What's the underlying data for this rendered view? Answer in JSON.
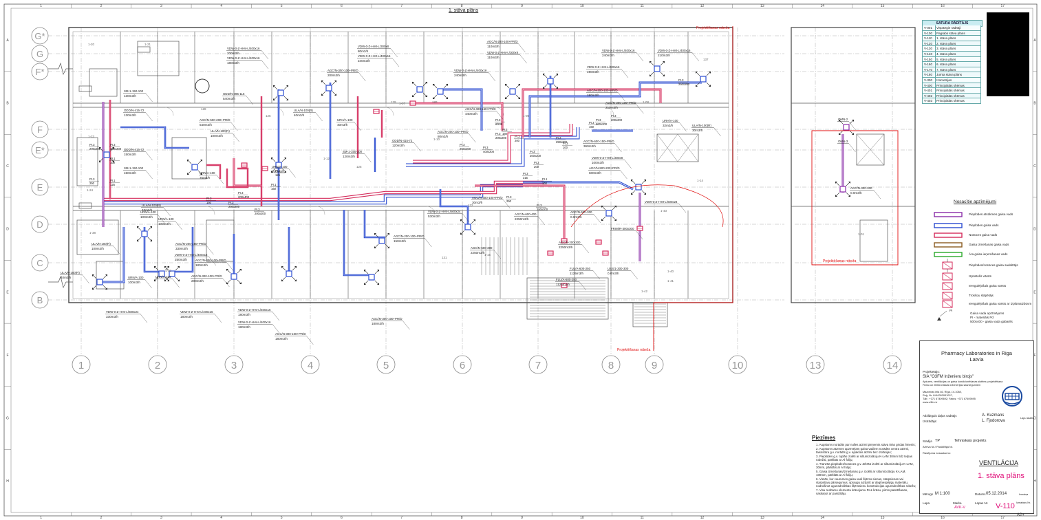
{
  "sheet_title_top": "1. stāva plāns",
  "col_numbers_top": [
    "1",
    "2",
    "3",
    "4",
    "5",
    "6",
    "7",
    "8",
    "9",
    "10",
    "11",
    "12",
    "13",
    "14",
    "15",
    "16",
    "17"
  ],
  "row_letters": [
    "A",
    "B",
    "C",
    "D",
    "E",
    "F",
    "G",
    "H"
  ],
  "grid_axes_numbers": [
    "1",
    "2",
    "3",
    "4",
    "5",
    "6",
    "7",
    "8",
    "9",
    "10",
    "13",
    "14"
  ],
  "grid_axes_letters": [
    "G*",
    "G",
    "F*",
    "F",
    "E*",
    "E",
    "D",
    "C",
    "B"
  ],
  "boundary_labels": [
    "Projektēšanas robeža",
    "Projektēšanas robeža",
    "Projektēšanas robeža"
  ],
  "room_labels": [
    "1-20",
    "1-21",
    "128",
    "126",
    "1-23",
    "1-24",
    "1-12",
    "125",
    "129",
    "130",
    "1-10",
    "132",
    "1-07",
    "1-06",
    "1-08",
    "131",
    "1-15",
    "137",
    "1-38",
    "1-30",
    "1-40",
    "1-41",
    "1-42",
    "1-43",
    "1-14",
    "1-01"
  ],
  "duct_labels": [
    {
      "t1": "VDW-0-Z-H-M-L/400x16",
      "t2": "200m3/h",
      "c": "#1a1a1a"
    },
    {
      "t1": "VDW-0-Z-H-M-L/400x16",
      "t2": "180m3/h",
      "c": "#1a1a1a"
    },
    {
      "t1": "ODD/N-495-115",
      "t2": "540m3/h",
      "c": "#1a1a1a"
    },
    {
      "t1": "SM-1-150-100",
      "t2": "130m3/h",
      "c": "#1a1a1a"
    },
    {
      "t1": "ODD/N-415-72",
      "t2": "130m3/h",
      "c": "#1a1a1a"
    },
    {
      "t1": "ULA/N-100(R)",
      "t2": "40m3/h",
      "c": "#1a1a1a"
    },
    {
      "t1": "AGC/N-500-200+PR/D",
      "t2": "540m3/h",
      "c": "#1a1a1a"
    },
    {
      "t1": "ULA/N-100(R)",
      "t2": "100m3/h",
      "c": "#1a1a1a"
    },
    {
      "t1": "URH/A-100",
      "t2": "40m3/h",
      "c": "#1a1a1a"
    },
    {
      "t1": "ODD/N-415-72",
      "t2": "150m3/h",
      "c": "#1a1a1a"
    },
    {
      "t1": "SM-1-150-100",
      "t2": "150m3/h",
      "c": "#1a1a1a"
    },
    {
      "t1": "URN/A-100",
      "t2": "100m3/h",
      "c": "#1a1a1a"
    },
    {
      "t1": "URN/A-100",
      "t2": "75m3/h",
      "c": "#1a1a1a"
    },
    {
      "t1": "SM-1-150-100",
      "t2": "120m3/h",
      "c": "#1a1a1a"
    },
    {
      "t1": "ODD/N-415-72",
      "t2": "120m3/h",
      "c": "#1a1a1a"
    },
    {
      "t1": "VDW-0-Z-H-M-L/300x8",
      "t2": "80m3/h",
      "c": "#1a1a1a"
    },
    {
      "t1": "VDW-0-Z-H-M-L/400x16",
      "t2": "240m3/h",
      "c": "#1a1a1a"
    },
    {
      "t1": "AGC/N-300-100+PR/D",
      "t2": "200m3/h",
      "c": "#1a1a1a"
    },
    {
      "t1": "AGC/N-200-100+PR/D",
      "t2": "110m3/h",
      "c": "#1a1a1a"
    },
    {
      "t1": "VDW-0-Z-H-M-L/300x8",
      "t2": "110m3/h",
      "c": "#1a1a1a"
    },
    {
      "t1": "VDW-0-Z-H-M-L/400x16",
      "t2": "240m3/h",
      "c": "#1a1a1a"
    },
    {
      "t1": "AGC/N-400-150+PR/D",
      "t2": "440m3/h",
      "c": "#1a1a1a"
    },
    {
      "t1": "AGC/N-200-100+PR/D",
      "t2": "80m3/h",
      "c": "#1a1a1a"
    },
    {
      "t1": "VDW-0-Z-H-M-L/400x16",
      "t2": "240m3/h",
      "c": "#1a1a1a"
    },
    {
      "t1": "VDW-0-Z-H-M-L/400x16",
      "t2": "190m3/h",
      "c": "#1a1a1a"
    },
    {
      "t1": "VDW-0-Z-H-M-L/400x16",
      "t2": "210m3/h",
      "c": "#1a1a1a"
    },
    {
      "t1": "AGC/N-200-100+PR/D",
      "t2": "150m3/h",
      "c": "#1a1a1a"
    },
    {
      "t1": "AGC/N-300-100+PR/D",
      "t2": "210m3/h",
      "c": "#1a1a1a"
    },
    {
      "t1": "URH/A-100",
      "t2": "32m3/h",
      "c": "#1a1a1a"
    },
    {
      "t1": "ULA/N-100(R)",
      "t2": "30m3/h",
      "c": "#1a1a1a"
    },
    {
      "t1": "AGC/N-600-150+PR/D",
      "t2": "360m3/h",
      "c": "#1a1a1a"
    },
    {
      "t1": "VDW-0-Z-H-M-L/300x8",
      "t2": "100m3/h",
      "c": "#1a1a1a"
    },
    {
      "t1": "AGC/N-500-200+PR/D",
      "t2": "600m3/h",
      "c": "#1a1a1a"
    },
    {
      "t1": "VDW-0-Z-H-M-L/600x24",
      "t2": "",
      "c": "#1a1a1a"
    },
    {
      "t1": "AGC/N-600-400",
      "t2": "2250m3/h",
      "c": "#1a1a1a"
    },
    {
      "t1": "AGC/N-500-300",
      "t2": "0.0m3/h",
      "c": "#1a1a1a"
    },
    {
      "t1": "FRIM/R-300x300",
      "t2": "",
      "c": "#1a1a1a"
    },
    {
      "t1": "VDW-0-Z-H-M-L/600x24",
      "t2": "530m3/h",
      "c": "#1a1a1a"
    },
    {
      "t1": "AGC/N-200-100+PR/D",
      "t2": "150m3/h",
      "c": "#1a1a1a"
    },
    {
      "t1": "AGC/N-500-300",
      "t2": "2250m3/h",
      "c": "#1a1a1a"
    },
    {
      "t1": "AGC/N-200-300",
      "t2": "2250m3/h",
      "c": "#1a1a1a"
    },
    {
      "t1": "FLU/A-600-250",
      "t2": "1125m3/h",
      "c": "#1a1a1a"
    },
    {
      "t1": "FLU/A-600-250",
      "t2": "1125m3/h",
      "c": "#1a1a1a"
    },
    {
      "t1": "USS/1-300-300",
      "t2": "0.0m3/h",
      "c": "#1a1a1a"
    },
    {
      "t1": "VDW-0-Z-H-M-L/600x24",
      "t2": "330m3/h",
      "c": "#1a1a1a"
    },
    {
      "t1": "VDW-0-Z-H-M-L/400x16",
      "t2": "180m3/h",
      "c": "#1a1a1a"
    },
    {
      "t1": "VDW-0-Z-H-M-L/400x16",
      "t2": "180m3/h",
      "c": "#1a1a1a"
    },
    {
      "t1": "AGC/N-300-100+PR/D",
      "t2": "180m3/h",
      "c": "#1a1a1a"
    },
    {
      "t1": "VDW-0-Z-H-M-L/400x16",
      "t2": "180m3/h",
      "c": "#1a1a1a"
    },
    {
      "t1": "AGC/N-300-100+PR/D",
      "t2": "180m3/h",
      "c": "#1a1a1a"
    },
    {
      "t1": "AGC/N-200-150+PR/D",
      "t2": "330m3/h",
      "c": "#1a1a1a"
    },
    {
      "t1": "VDW-0-Z-H-M-L/400x16",
      "t2": "250m3/h",
      "c": "#1a1a1a"
    },
    {
      "t1": "AGC/N-300-100+PR/D",
      "t2": "180m3/h",
      "c": "#1a1a1a"
    },
    {
      "t1": "AGC/N-300-100+PR/D",
      "t2": "200m3/h",
      "c": "#1a1a1a"
    },
    {
      "t1": "URN/A-100",
      "t2": "100m3/h",
      "c": "#1a1a1a"
    },
    {
      "t1": "URN/A-100",
      "t2": "100m3/h",
      "c": "#1a1a1a"
    },
    {
      "t1": "ULA/N-100(R)",
      "t2": "40m3/h",
      "c": "#1a1a1a"
    },
    {
      "t1": "ULA/N-100(R)",
      "t2": "40m3/h",
      "c": "#1a1a1a"
    },
    {
      "t1": "ULA/N-100(R)",
      "t2": "100m3/h",
      "c": "#1a1a1a"
    },
    {
      "t1": "URN/A-100",
      "t2": "100m3/h",
      "c": "#1a1a1a"
    },
    {
      "t1": "URN/A-100",
      "t2": "",
      "c": "#1a1a1a"
    },
    {
      "t1": "AGC/N-300-100+PR/D",
      "t2": "30m3/h",
      "c": "#1a1a1a"
    },
    {
      "t1": "OMN-2",
      "t2": "",
      "c": "#1a1a1a"
    },
    {
      "t1": "OMN-3",
      "t2": "",
      "c": "#1a1a1a"
    },
    {
      "t1": "AGC/N-300-300",
      "t2": "0.0m3/h",
      "c": "#1a1a1a"
    }
  ],
  "small_tags": [
    "PI.3",
    "Ø200",
    "PI.3",
    "160",
    "PI.3",
    "250x250",
    "PI.3",
    "400x200",
    "PI.3",
    "200x200",
    "PI.3",
    "200",
    "PI.3",
    "315",
    "PI.1",
    "160",
    "PI.3",
    "250",
    "PI.3",
    "250x200",
    "PI.3",
    "200x200",
    "PI.3",
    "200",
    "PI.3",
    "250x200",
    "PI.3",
    "100",
    "PI.3",
    "200x200",
    "PI.3",
    "160",
    "PI.3",
    "200x200",
    "PI.3",
    "250x200",
    "PI.3",
    "300x200",
    "PI.1",
    "100",
    "PI.1",
    "125",
    "PI.3",
    "200x200",
    "PI.3",
    "250",
    "PI.1",
    "125",
    "PI.1",
    "160",
    "PI.3",
    "200x400",
    "PI.3",
    "150",
    "PI.3",
    "250x200",
    "PI.3",
    "200x200"
  ],
  "contents_table": {
    "header": "SATURA RĀDĪTĀJS",
    "rows": [
      [
        "V-001",
        "Vispārīgie rādītāji"
      ],
      [
        "V-100",
        "Pagrabs stāva plāns"
      ],
      [
        "V-110",
        "1. stāva plāns"
      ],
      [
        "V-120",
        "2. stāva plāns"
      ],
      [
        "V-130",
        "3. stāva plāns"
      ],
      [
        "V-140",
        "4. stāva plāns"
      ],
      [
        "V-150",
        "5. stāva plāns"
      ],
      [
        "V-160",
        "6. stāva plāns"
      ],
      [
        "V-170",
        "7. stāva plāns"
      ],
      [
        "V-180",
        "Jumta stāva plāns"
      ],
      [
        "V-300",
        "Izometrijas"
      ],
      [
        "V-400",
        "Principiālās shēmas"
      ],
      [
        "V-401",
        "Principiālās shēmas"
      ],
      [
        "V-402",
        "Principiālās shēmas"
      ],
      [
        "V-403",
        "Principiālās shēmas"
      ]
    ]
  },
  "legend": {
    "title": "Nosacītie apzīmējumi",
    "items": [
      {
        "label": "Pieplūdes atsūkmes gaisa vads",
        "color": "#8a2ca8",
        "kind": "duct"
      },
      {
        "label": "Pieplūdes gaisa vads",
        "color": "#2a4bd0",
        "kind": "duct"
      },
      {
        "label": "Nosūces gaisa vads",
        "color": "#d42a5a",
        "kind": "duct"
      },
      {
        "label": "Gaisa izmešanas gaisa vads",
        "color": "#8a5a20",
        "kind": "duct"
      },
      {
        "label": "Āra gaisa ieņemšanas vads",
        "color": "#2aa82a",
        "kind": "duct"
      },
      {
        "label": "Pieplūdes/nosūces gaisa sadalītājs",
        "color": "#d42a5a",
        "kind": "valve"
      },
      {
        "label": "Izpūstošs vārsts",
        "color": "#d42a5a",
        "kind": "valve2"
      },
      {
        "label": "Ieregulējošais gaisa vārsts",
        "color": "#d42a5a",
        "kind": "valve3"
      },
      {
        "label": "Trokšņu slāpētājs",
        "color": "#d42a5a",
        "kind": "valve4"
      },
      {
        "label": "Ieregulējošais gaisa vārsts ar izplūmaizbūvm",
        "color": "#d42a5a",
        "kind": "valve5"
      },
      {
        "label": "Gaisa vada apzīmējums",
        "color": "#222222",
        "kind": "tag"
      },
      {
        "label": "PI - materiāls Pd",
        "color": "#222222",
        "kind": "tagline"
      },
      {
        "label": "500x400 - gaisa vada gabarīts",
        "color": "#222222",
        "kind": "tagline"
      }
    ]
  },
  "notes": {
    "title": "Piezīmes",
    "items": [
      "1. Augstums norādīts par nulles atzīmi pieņemts stāva tīrās grīdas līmenis;",
      "2. Augstums atzīmes apzīmējam gaisa vadiem norādīts centra atzīmi, taisnstūra g.v. norādīs g.v. apakšas atzīmi bez izolācijas;",
      "3. Pieplūdes g.v. tuplās izolēti ar siltumizolāciju K-LAM 30mm līdz telpas robežai, pārklāts ar Al foliju;",
      "4. Tranzīta pieplūdes/nosūces g.v. ārkrītā izolēti ar siltumizolāciju K-LAM, 30mm, pārklāts ar Al foliju;",
      "5. Gaisa izmešanas/izmešanas g.v. izolēti ar siltumizolāciju K-LAM, 100mm, pārklāts ar Al foliju;",
      "6. Vietās, kur caurumos gaisa vadi šķērso sienas, starpsienas vai starpstāvu pārsegumus, spraugu aizdarīt ar degtnespējīgu materiālu, nodrošinot ugunsdrošības šķērssienu konstrukcijas ugunsdrošības robežu;",
      "7. Visu redzamo elementu krāsojumu RAL krāsu, pirms pasūtīšanas, saskaņot ar pasūtītāju."
    ]
  },
  "title_block": {
    "project_name": "Pharmacy Laboratories in Riga",
    "project_country": "Latvia",
    "designer_label": "Projektētājs:",
    "company": "SIA \"O3FM Inženieru birojs\"",
    "company_desc1": "Apkures, ventilācijas un gaisa kondicionēšanas sistēmu projektēšana",
    "company_desc2": "Fiziku un elektroniskās inženierijas sasniegumiem",
    "address1": "Mazcenas iela 46, Rīga, LV-1058,",
    "address2": "Reģ. Nr. LV40003931007,",
    "phone": "Tālr.: +371 67409692; Fakss: +371 67409695",
    "web": "www.o3fm.lv",
    "chief_label": "Atbildīgais daļas vadītājs",
    "chief_name": "A. Kuzmans",
    "checked_label": "Izstrādāja:",
    "checked_name": "L. Fjodorova",
    "stage_label": "Stadija",
    "stage_value": "TP",
    "stage_desc": "Tehniskais projekts",
    "object_label": "Arhīva Nr./ Pasūtītāja Nr.",
    "drawing_name_label": "Rasējuma nosaukums:",
    "section": "VENTILĀCIJA",
    "sheet_title": "1. stāva plāns",
    "scale_label": "Mērogs",
    "scale_value": "M 1:100",
    "date_label": "Datums",
    "date_value": "05.12.2014",
    "sheet_no_label": "Lapa",
    "sheet_code_label": "Marka",
    "sheet_code": "AVK-V",
    "sheet_number_label": "Lapas Nr.",
    "sheet_number": "V-110",
    "rev_label": "Izmaiņa",
    "rev_label2": "Izmaiņas Nr.",
    "sheet_count_label": "Lapu skaits",
    "format": "A2+"
  },
  "colors": {
    "supply": "#2a4bd0",
    "exhaust": "#d42a5a",
    "combined": "#8a2ca8",
    "boundary": "#e01010",
    "arch": "#555555",
    "grid": "#9a9a9a"
  }
}
